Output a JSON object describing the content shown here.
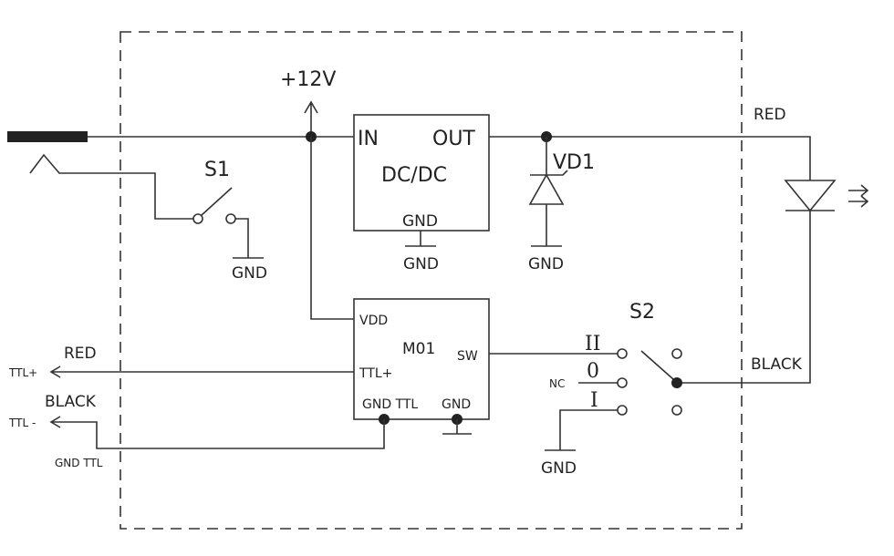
{
  "labels": {
    "supply": "+12V",
    "s1": "S1",
    "s1_gnd": "GND",
    "dcdc_in": "IN",
    "dcdc_out": "OUT",
    "dcdc_title": "DC/DC",
    "dcdc_gnd_pin": "GND",
    "dcdc_gnd": "GND",
    "vd1": "VD1",
    "vd1_gnd": "GND",
    "led_red": "RED",
    "led_black": "BLACK",
    "m01_vdd": "VDD",
    "m01_title": "M01",
    "m01_sw": "SW",
    "m01_ttl_plus": "TTL+",
    "m01_gnd_ttl": "GND TTL",
    "m01_gnd": "GND",
    "ext_red": "RED",
    "ext_ttl_plus": "TTL+",
    "ext_black": "BLACK",
    "ext_ttl_minus": "TTL -",
    "ext_gnd_ttl": "GND TTL",
    "s2": "S2",
    "s2_pos_2": "II",
    "s2_pos_0": "0",
    "s2_nc": "NC",
    "s2_pos_1": "I",
    "s2_gnd": "GND"
  }
}
